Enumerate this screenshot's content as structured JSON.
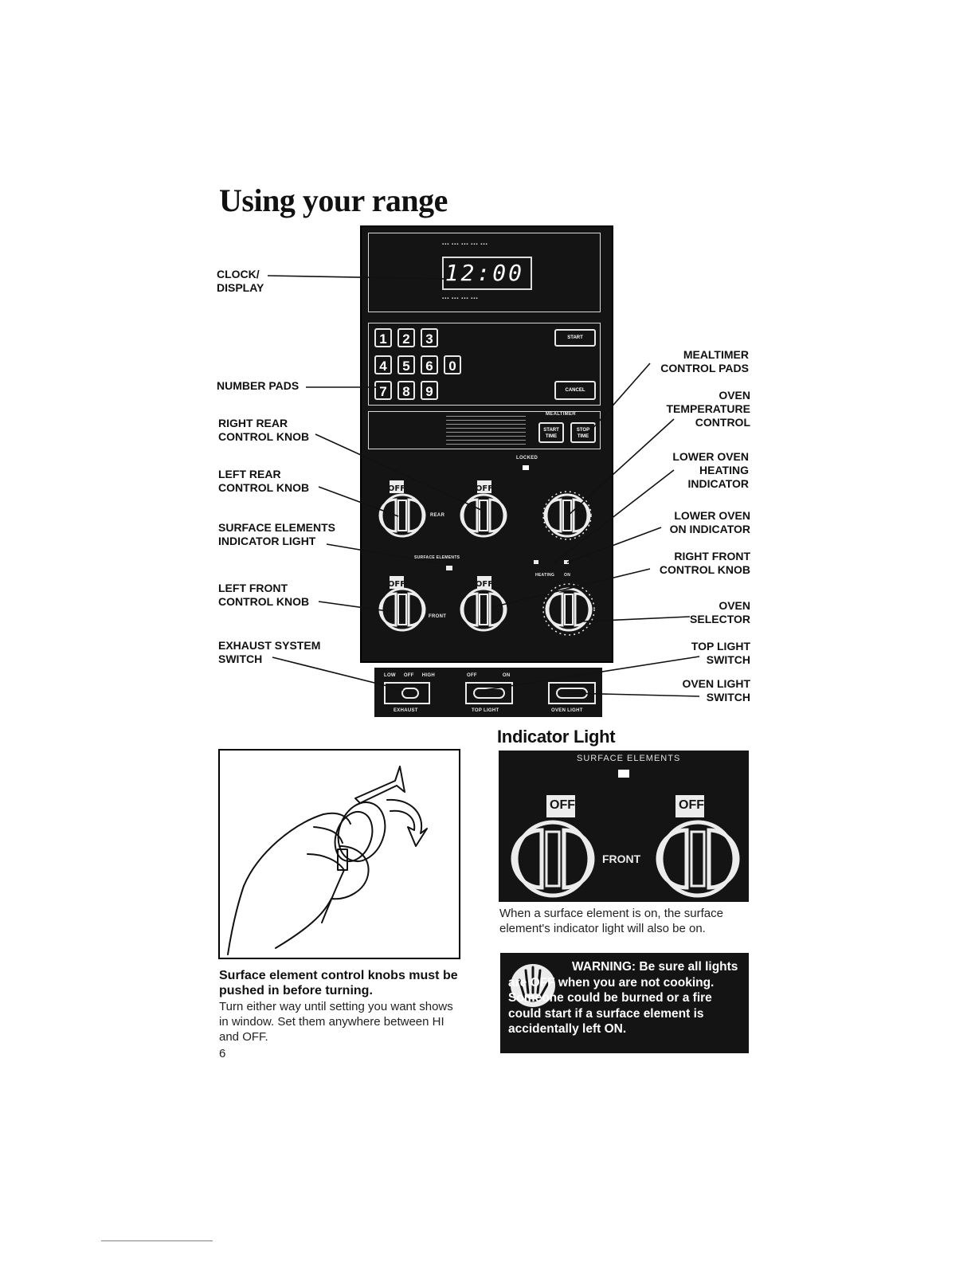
{
  "title": "Using your range",
  "callouts": {
    "clock_display": "CLOCK/\nDISPLAY",
    "number_pads": "NUMBER PADS",
    "right_rear_knob": "RIGHT REAR\nCONTROL KNOB",
    "left_rear_knob": "LEFT REAR\nCONTROL KNOB",
    "surface_indicator": "SURFACE ELEMENTS\nINDICATOR LIGHT",
    "left_front_knob": "LEFT FRONT\nCONTROL KNOB",
    "exhaust_switch": "EXHAUST SYSTEM\nSWITCH",
    "mealtimer_pads": "MEALTIMER\nCONTROL PADS",
    "oven_temp_control": "OVEN\nTEMPERATURE\nCONTROL",
    "lower_oven_heating": "LOWER OVEN\nHEATING\nINDICATOR",
    "lower_oven_on": "LOWER OVEN\nON INDICATOR",
    "right_front_knob": "RIGHT FRONT\nCONTROL KNOB",
    "oven_selector": "OVEN\nSELECTOR",
    "top_light_switch": "TOP LIGHT\nSWITCH",
    "oven_light_switch": "OVEN LIGHT\nSWITCH"
  },
  "panel": {
    "clock_value": "12:00",
    "number_pads": [
      "1",
      "2",
      "3",
      "4",
      "5",
      "6",
      "0",
      "7",
      "8",
      "9"
    ],
    "start": "START",
    "cancel": "CANCEL",
    "mealtimer": "MEALTIMER",
    "start_time": "START TIME",
    "stop_time": "STOP TIME",
    "locked": "LOCKED",
    "rear": "REAR",
    "front": "FRONT",
    "surface_elements": "SURFACE ELEMENTS",
    "heating": "HEATING",
    "on": "ON",
    "off_knob": "OFF",
    "exhaust_labels": [
      "LOW",
      "OFF",
      "HIGH"
    ],
    "exhaust": "EXHAUST",
    "top_light_labels": [
      "OFF",
      "ON"
    ],
    "top_light": "TOP LIGHT",
    "oven_light": "OVEN LIGHT"
  },
  "left_caption": {
    "bold": "Surface element control knobs must be pushed in before turning.",
    "body": "Turn either way until setting you want shows in window. Set them anywhere between HI and OFF."
  },
  "page_number": "6",
  "indicator": {
    "heading": "Indicator Light",
    "surface_elements": "SURFACE ELEMENTS",
    "front": "FRONT",
    "off": "OFF",
    "caption": "When a surface element is on, the surface element's indicator light will also be on."
  },
  "warning": {
    "text": "WARNING: Be sure all lights are OFF when you are not cooking. Someone could be burned or a fire could start if a surface element is accidentally left ON."
  }
}
